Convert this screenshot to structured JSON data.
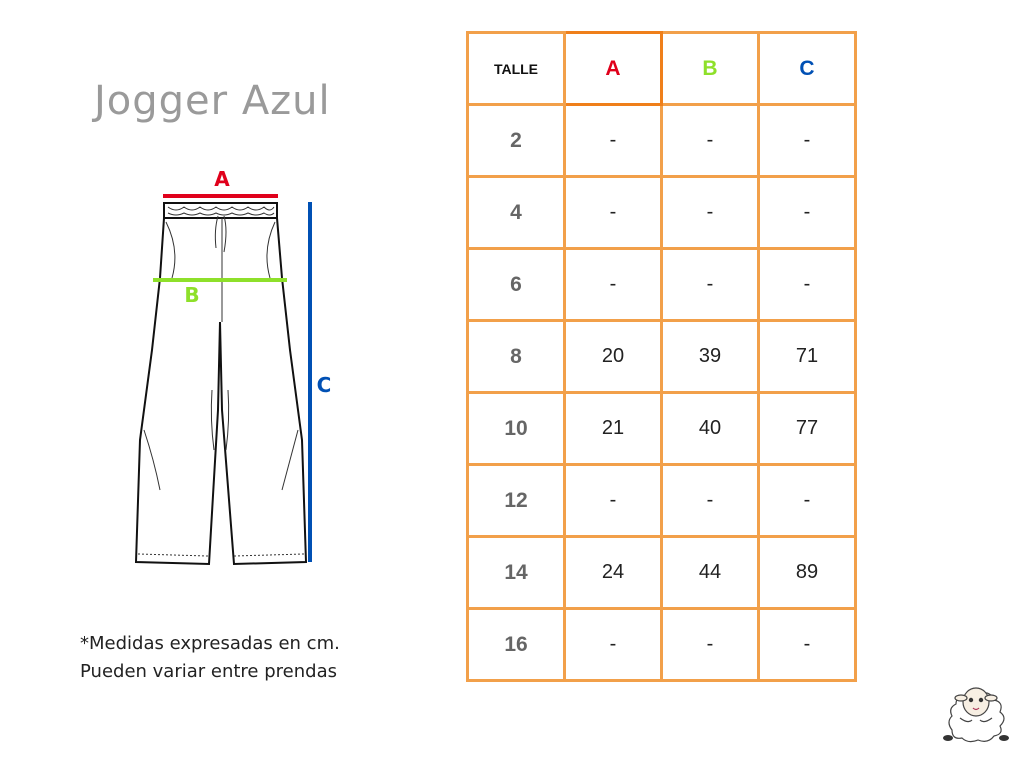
{
  "title": "Jogger Azul",
  "figure": {
    "label_a": "A",
    "label_b": "B",
    "label_c": "C",
    "colors": {
      "a": "#e0001b",
      "b": "#8ee02a",
      "c": "#0050b4"
    }
  },
  "note": {
    "line1": "*Medidas expresadas en cm.",
    "line2": "Pueden variar entre prendas"
  },
  "table": {
    "header": [
      "TALLE",
      "A",
      "B",
      "C"
    ],
    "rows": [
      [
        "2",
        "-",
        "-",
        "-"
      ],
      [
        "4",
        "-",
        "-",
        "-"
      ],
      [
        "6",
        "-",
        "-",
        "-"
      ],
      [
        "8",
        "20",
        "39",
        "71"
      ],
      [
        "10",
        "21",
        "40",
        "77"
      ],
      [
        "12",
        "-",
        "-",
        "-"
      ],
      [
        "14",
        "24",
        "44",
        "89"
      ],
      [
        "16",
        "-",
        "-",
        "-"
      ]
    ],
    "border_color": "#f2a04a"
  }
}
